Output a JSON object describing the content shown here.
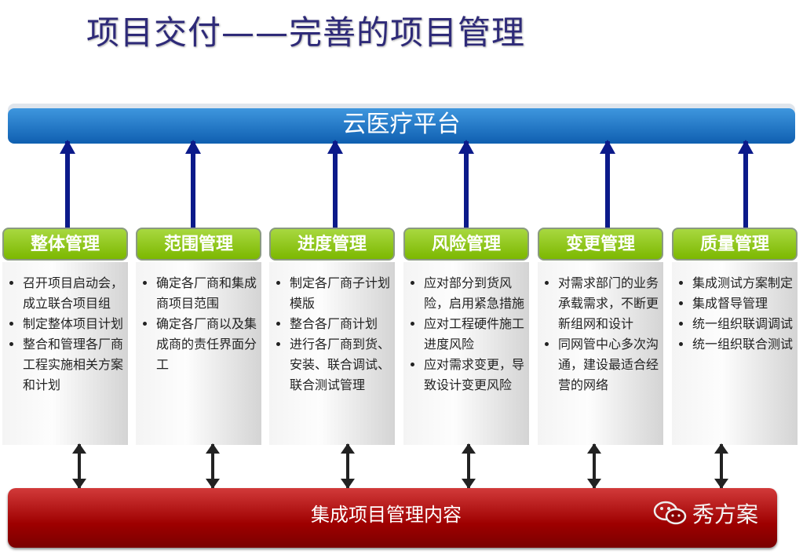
{
  "title": "项目交付——完善的项目管理",
  "top_bar": "云医疗平台",
  "bottom_bar": "集成项目管理内容",
  "watermark": "秀方案",
  "columns": [
    {
      "header": "整体管理",
      "items": [
        "召开项目启动会，成立联合项目组",
        "制定整体项目计划",
        "整合和管理各厂商工程实施相关方案和计划"
      ]
    },
    {
      "header": "范围管理",
      "items": [
        "确定各厂商和集成商项目范围",
        "确定各厂商以及集成商的责任界面分工"
      ]
    },
    {
      "header": "进度管理",
      "items": [
        "制定各厂商子计划模版",
        "整合各厂商计划",
        "进行各厂商到货、安装、联合调试、联合测试管理"
      ]
    },
    {
      "header": "风险管理",
      "items": [
        "应对部分到货风险，启用紧急措施",
        "应对工程硬件施工进度风险",
        "应对需求变更，导致设计变更风险"
      ]
    },
    {
      "header": "变更管理",
      "items": [
        "对需求部门的业务承载需求，不断更新组网和设计",
        "同网管中心多次沟通，建设最适合经营的网络"
      ]
    },
    {
      "header": "质量管理",
      "items": [
        "集成测试方案制定",
        "集成督导管理",
        "统一组织联调调试",
        "统一组织联合测试"
      ]
    }
  ]
}
